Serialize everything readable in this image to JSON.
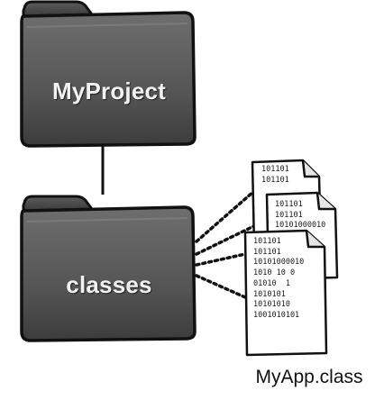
{
  "folders": {
    "project": {
      "label": "MyProject"
    },
    "classes": {
      "label": "classes"
    }
  },
  "documents": [
    {
      "lines": [
        "101101",
        "101101"
      ]
    },
    {
      "lines": [
        "101101",
        "101101",
        "10101000010"
      ]
    },
    {
      "lines": [
        "101101",
        "101101",
        "10101000010",
        "1010 10 0",
        "01010  1",
        "1010101",
        "10101010",
        "1001010101"
      ]
    }
  ],
  "caption": "MyApp.class",
  "colors": {
    "folder_body": "#5a5a5a",
    "folder_dark": "#2e2e2e",
    "folder_label": "#f2f2f2",
    "line": "#111111",
    "paper": "#ffffff"
  },
  "icons": {
    "project_folder": "folder-icon",
    "classes_folder": "folder-icon",
    "class_file": "document-icon"
  }
}
